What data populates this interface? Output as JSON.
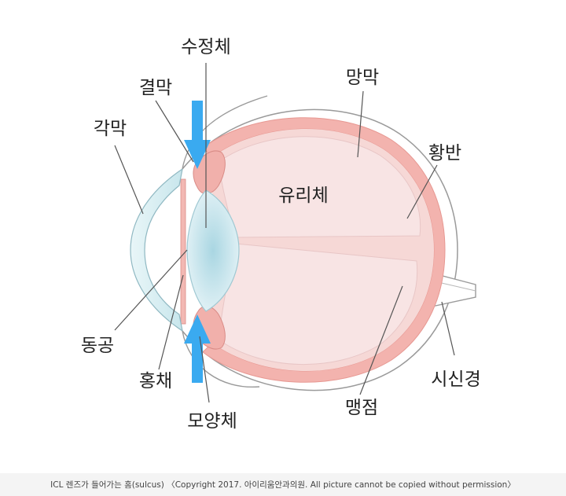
{
  "labels": {
    "lens": "수정체",
    "conjunctiva": "결막",
    "cornea": "각막",
    "retina": "망막",
    "macula": "황반",
    "vitreous": "유리체",
    "pupil": "동공",
    "iris": "홍채",
    "ciliary_body": "모양체",
    "blind_spot": "맹점",
    "optic_nerve": "시신경"
  },
  "caption": "ICL 렌즈가 들어가는 홈(sulcus) 〈Copyright 2017. 아이리움안과의원. All picture cannot be copied without permission〉",
  "colors": {
    "arrow": "#3aaaf0",
    "retina_band": "#f0a8a4",
    "vitreous": "#f7e3e3",
    "cornea": "#d6eef2",
    "lens": "#b8dde6",
    "outline": "#9a9a9a"
  }
}
